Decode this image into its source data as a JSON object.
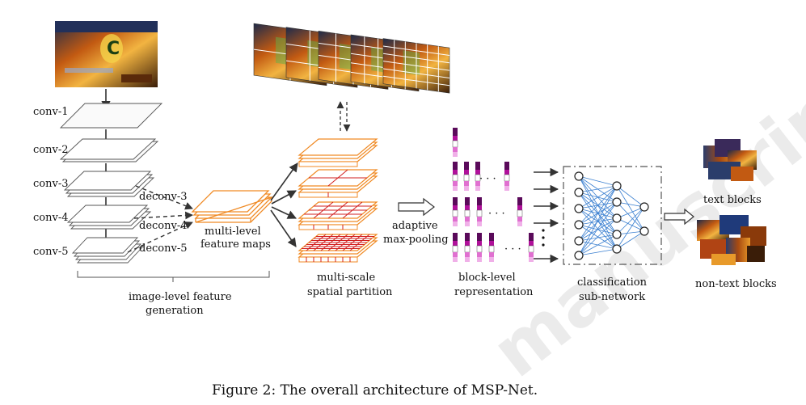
{
  "conv_labels": [
    "conv-1",
    "conv-2",
    "conv-3",
    "conv-4",
    "conv-5"
  ],
  "deconv_labels": [
    "deconv-3",
    "deconv-4",
    "deconv-5"
  ],
  "feature_maps_label": [
    "multi-level",
    "feature maps"
  ],
  "image_level_label": [
    "image-level feature",
    "generation"
  ],
  "spatial_label": [
    "multi-scale",
    "spatial partition"
  ],
  "pooling_label": [
    "adaptive",
    "max-pooling"
  ],
  "block_label": [
    "block-level",
    "representation"
  ],
  "classification_label": [
    "classification",
    "sub-network"
  ],
  "text_blocks_label": "text blocks",
  "non_text_blocks_label": "non-text blocks",
  "ellipsis": "· · ·",
  "caption": "Figure 2:  The overall architecture of MSP-Net.",
  "watermark": "manuscript",
  "colors": {
    "orange": "#f08a24",
    "red_grid": "#d21f1f",
    "magenta": "#b0109a",
    "blue_net": "#3a7fd0",
    "gray_line": "#444444"
  }
}
